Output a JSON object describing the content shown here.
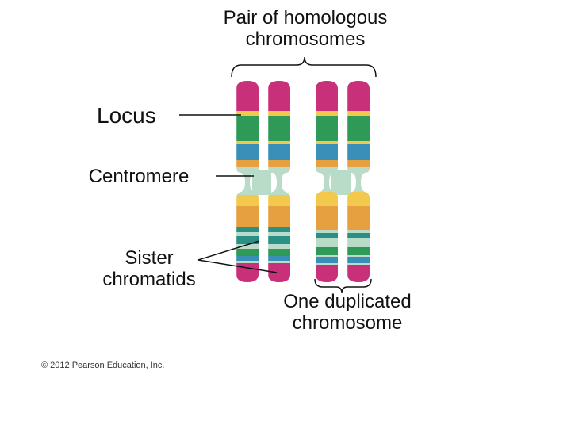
{
  "labels": {
    "homologous_pair": "Pair of homologous chromosomes",
    "locus": "Locus",
    "centromere": "Centromere",
    "sister_chromatids": "Sister chromatids",
    "one_duplicated": "One duplicated chromosome",
    "copyright": "© 2012 Pearson Education, Inc."
  },
  "colors": {
    "magenta": "#c8307a",
    "green": "#2f9a57",
    "blue": "#3a8fb8",
    "orange": "#e6a040",
    "yellow": "#f2c94c",
    "teal": "#2a8f85",
    "pale": "#b9dcc8",
    "line": "#111111"
  }
}
